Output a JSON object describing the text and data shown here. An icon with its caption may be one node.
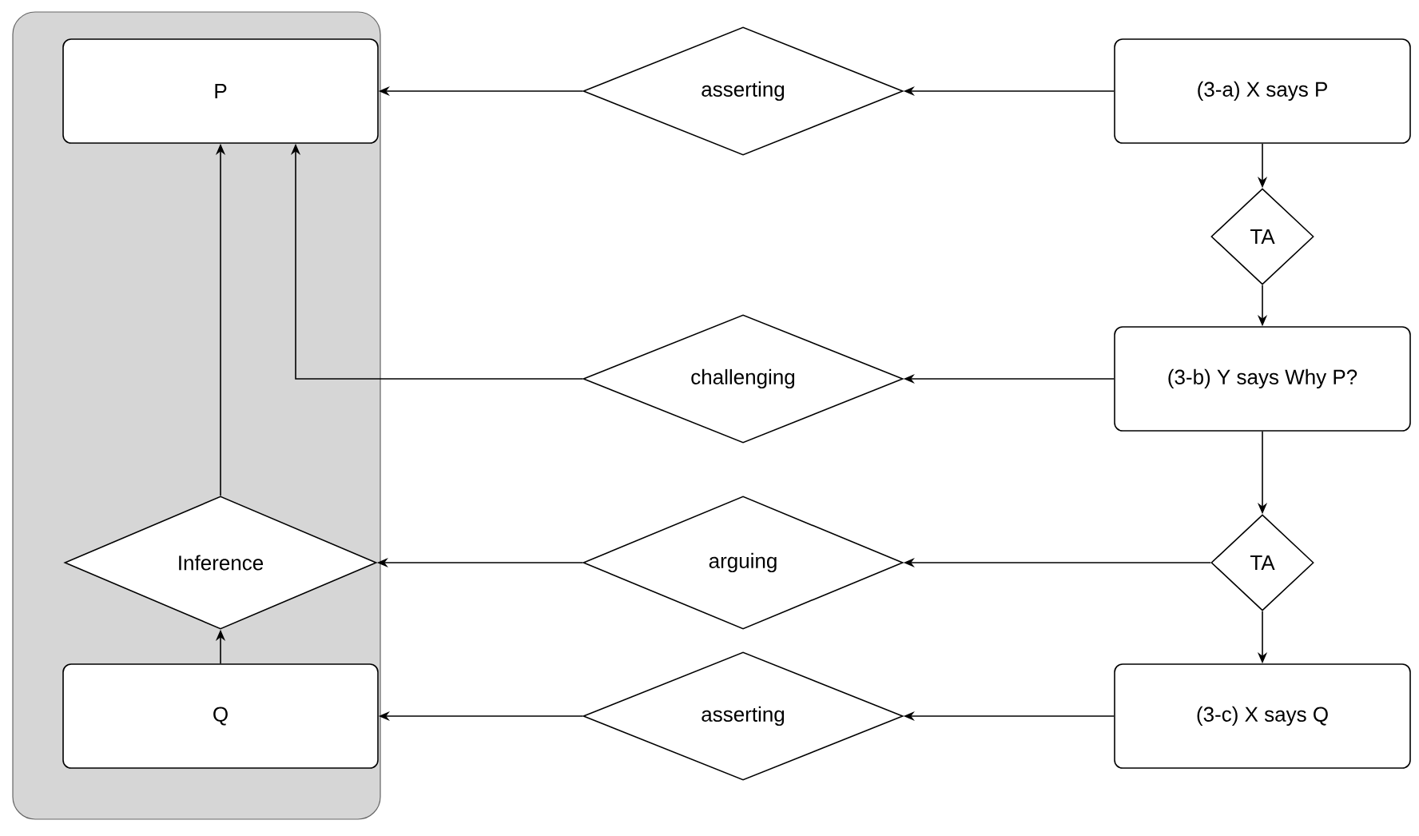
{
  "diagram": {
    "nodes": [
      {
        "text": [],
        "shape": "box"
      },
      {
        "text": [
          "P"
        ],
        "in": 0
      },
      {
        "text": [
          "Inference"
        ],
        "in": 0
      },
      {
        "text": [
          "Q"
        ],
        "in": 0
      },
      {
        "text": [
          "asserting"
        ]
      },
      {
        "text": [
          "(3-a) X says P"
        ]
      },
      {
        "text": [
          "TA"
        ]
      },
      {
        "text": [
          "challenging"
        ]
      },
      {
        "text": [
          "(3-b) Y says Why P?"
        ]
      },
      {
        "text": [
          "arguing"
        ]
      },
      {
        "text": [
          "TA"
        ]
      },
      {
        "text": [
          "asserting"
        ]
      },
      {
        "text": [
          "(3-c) X says Q"
        ]
      }
    ],
    "edges": [
      {
        "from": 5,
        "to": 4,
        "arrow": "to"
      },
      {
        "from": 4,
        "to": 1,
        "arrow": "to"
      },
      {
        "from": 5,
        "to": 6,
        "arrow": "to"
      },
      {
        "from": 6,
        "to": 8,
        "arrow": "to"
      },
      {
        "from": 8,
        "to": 7,
        "arrow": "to"
      },
      {
        "from": 7,
        "to": 1,
        "arrow": "to"
      },
      {
        "from": 8,
        "to": 10,
        "arrow": "to"
      },
      {
        "from": 10,
        "to": 9,
        "arrow": "to"
      },
      {
        "from": 9,
        "to": 2,
        "arrow": "to"
      },
      {
        "from": 10,
        "to": 12,
        "arrow": "to"
      },
      {
        "from": 12,
        "to": 11,
        "arrow": "to"
      },
      {
        "from": 11,
        "to": 3,
        "arrow": "to"
      },
      {
        "from": 3,
        "to": 2,
        "arrow": "to"
      },
      {
        "from": 2,
        "to": 1,
        "arrow": "to"
      }
    ]
  }
}
